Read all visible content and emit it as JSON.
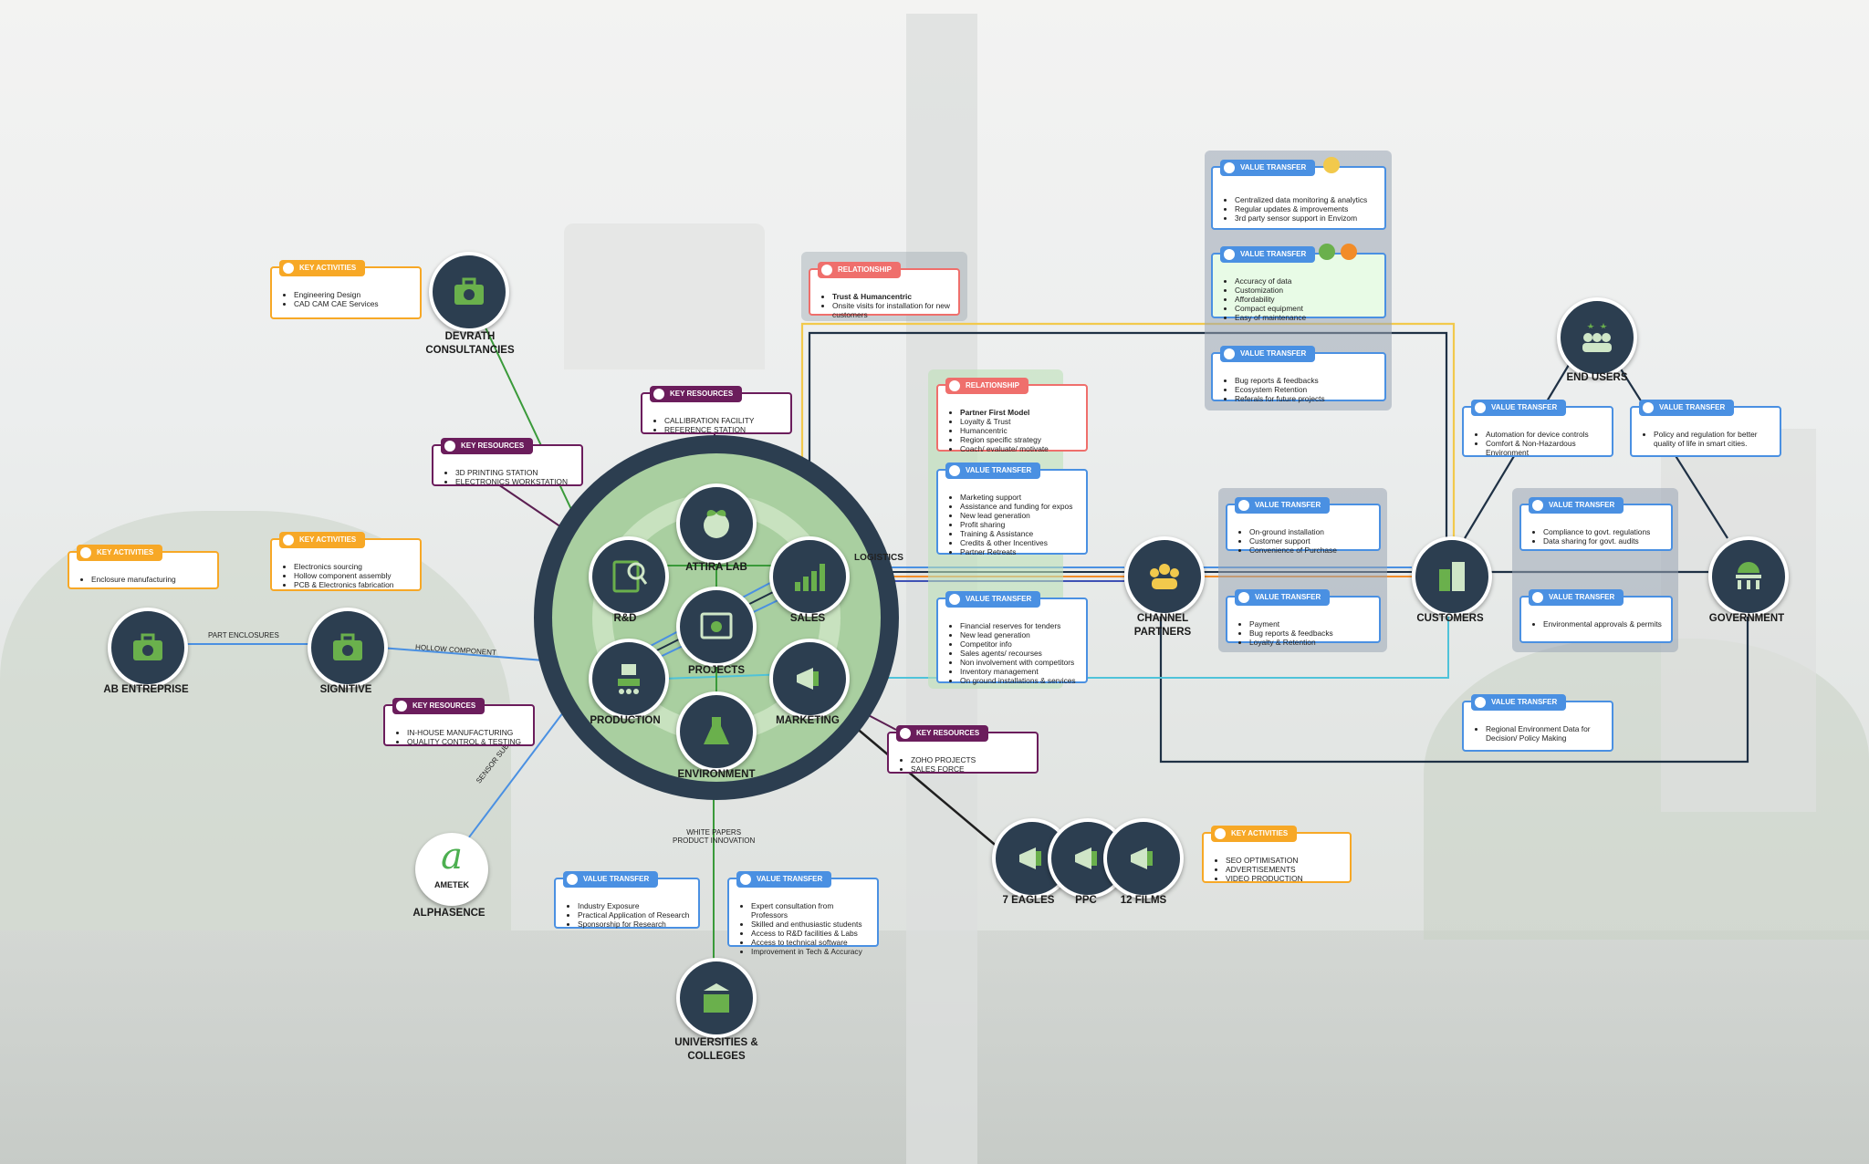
{
  "nodes": {
    "devrath": "DEVRATH\nCONSULTANCIES",
    "ab": "AB ENTREPRISE",
    "signitive": "SIGNITIVE",
    "alphasence": "ALPHASENCE",
    "rnd": "R&D",
    "attira": "ATTIRA LAB",
    "sales": "SALES",
    "projects": "PROJECTS",
    "production": "PRODUCTION",
    "marketing": "MARKETING",
    "environment": "ENVIRONMENT",
    "universities": "UNIVERSITIES &\nCOLLEGES",
    "channel": "CHANNEL\nPARTNERS",
    "customers": "CUSTOMERS",
    "government": "GOVERNMENT",
    "endusers": "END USERS",
    "eagles": "7 EAGLES",
    "ppc": "PPC",
    "films": "12 FILMS"
  },
  "alphasence_logo": {
    "glyph": "a",
    "brand": "AMETEK"
  },
  "line_labels": {
    "part_enclosures": "PART ENCLOSURES",
    "hollow_component": "HOLLOW COMPONENT",
    "sensor_subscription": "SENSOR SUBSCRIPTION",
    "logistics": "LOGISTICS",
    "white_papers": "WHITE PAPERS\nPRODUCT INNOVATION"
  },
  "cards": {
    "ka_devrath": {
      "tag": "KEY ACTIVITIES",
      "items": [
        "Engineering Design",
        "CAD CAM CAE Services"
      ]
    },
    "ka_enclosure": {
      "tag": "KEY ACTIVITIES",
      "items": [
        "Enclosure manufacturing"
      ]
    },
    "ka_signitive": {
      "tag": "KEY ACTIVITIES",
      "items": [
        "Electronics sourcing",
        "Hollow component assembly",
        "PCB & Electronics fabrication"
      ]
    },
    "kr_rnd": {
      "tag": "KEY RESOURCES",
      "items": [
        "3D PRINTING STATION",
        "ELECTRONICS WORKSTATION"
      ]
    },
    "kr_attira": {
      "tag": "KEY RESOURCES",
      "items": [
        "CALLIBRATION FACILITY",
        "REFERENCE STATION"
      ]
    },
    "kr_production": {
      "tag": "KEY RESOURCES",
      "items": [
        "IN-HOUSE MANUFACTURING",
        "QUALITY CONTROL & TESTING"
      ]
    },
    "kr_marketing": {
      "tag": "KEY RESOURCES",
      "items": [
        "ZOHO PROJECTS",
        "SALES FORCE"
      ]
    },
    "ka_agencies": {
      "tag": "KEY ACTIVITIES",
      "items": [
        "SEO OPTIMISATION",
        "ADVERTISEMENTS",
        "VIDEO PRODUCTION"
      ]
    },
    "rel_top": {
      "tag": "RELATIONSHIP",
      "items": [
        "Trust & Humancentric",
        "Onsite visits for installation for new customers"
      ]
    },
    "rel_partner": {
      "tag": "RELATIONSHIP",
      "items": [
        "Partner First Model",
        "Loyalty & Trust",
        "Humancentric",
        "Region specific strategy",
        "Coach/ evaluate/ motivate"
      ]
    },
    "vt_partner_support": {
      "tag": "VALUE TRANSFER",
      "items": [
        "Marketing support",
        "Assistance and funding for expos",
        "New lead generation",
        "Profit sharing",
        "Training & Assistance",
        "Credits & other Incentives",
        "Partner Retreats"
      ]
    },
    "vt_partner_reserves": {
      "tag": "VALUE TRANSFER",
      "items": [
        "Financial reserves for tenders",
        "New lead generation",
        "Competitor info",
        "Sales agents/ recourses",
        "Non involvement with competitors",
        "Inventory management",
        "On ground installations & services"
      ]
    },
    "vt_data": {
      "tag": "VALUE TRANSFER",
      "items": [
        "Centralized data monitoring & analytics",
        "Regular updates & improvements",
        "3rd party sensor support in Envizom"
      ]
    },
    "vt_accuracy": {
      "tag": "VALUE TRANSFER",
      "items": [
        "Accuracy of data",
        "Customization",
        "Affordability",
        "Compact equipment",
        "Easy of maintenance"
      ]
    },
    "vt_bugs": {
      "tag": "VALUE TRANSFER",
      "items": [
        "Bug reports & feedbacks",
        "Ecosystem Retention",
        "Referals for future projects"
      ]
    },
    "vt_onground": {
      "tag": "VALUE TRANSFER",
      "items": [
        "On-ground installation",
        "Customer support",
        "Convenience of Purchase"
      ]
    },
    "vt_payment": {
      "tag": "VALUE TRANSFER",
      "items": [
        "Payment",
        "Bug reports & feedbacks",
        "Loyalty & Retention"
      ]
    },
    "vt_automation": {
      "tag": "VALUE TRANSFER",
      "items": [
        "Automation for device controls",
        "Comfort & Non-Hazardous Environment"
      ]
    },
    "vt_policy": {
      "tag": "VALUE TRANSFER",
      "items": [
        "Policy and regulation for better quality of life in smart cities."
      ]
    },
    "vt_compliance": {
      "tag": "VALUE TRANSFER",
      "items": [
        "Compliance to govt. regulations",
        "Data sharing for govt. audits"
      ]
    },
    "vt_approvals": {
      "tag": "VALUE TRANSFER",
      "items": [
        "Environmental approvals & permits"
      ]
    },
    "vt_regional": {
      "tag": "VALUE TRANSFER",
      "items": [
        "Regional Environment Data for Decision/ Policy Making"
      ]
    },
    "vt_industry": {
      "tag": "VALUE TRANSFER",
      "items": [
        "Industry Exposure",
        "Practical Application of Research",
        "Sponsorship for Research"
      ]
    },
    "vt_expert": {
      "tag": "VALUE TRANSFER",
      "items": [
        "Expert consultation from Professors",
        "Skilled and enthusiastic students",
        "Access to R&D facilities & Labs",
        "Access to technical software",
        "Improvement in Tech & Accuracy"
      ]
    }
  },
  "colors": {
    "node": "#2c3e50",
    "orange": "#f7a826",
    "purple": "#6b1d5c",
    "blue": "#4a90e2",
    "red": "#ef6f6c",
    "green_line": "#3a9a3a",
    "yellow_line": "#f2c94c",
    "hub_green": "#a9cfa0"
  }
}
